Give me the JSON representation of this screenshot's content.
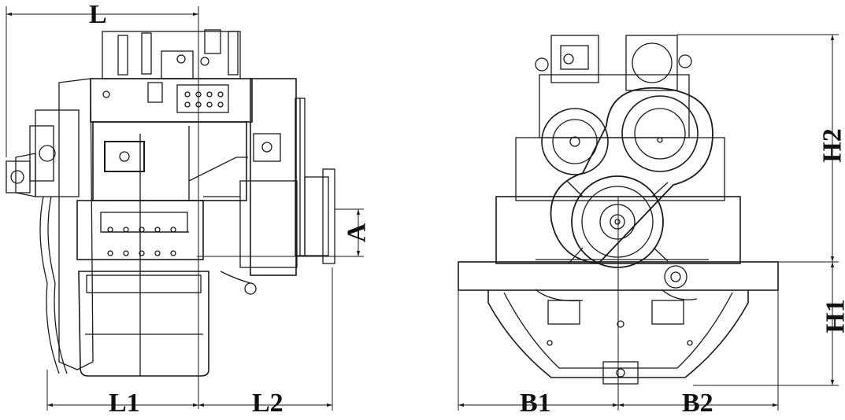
{
  "drawing": {
    "side_view": {
      "labels": {
        "L": "L",
        "L1": "L1",
        "L2": "L2",
        "A": "A"
      }
    },
    "front_view": {
      "labels": {
        "B1": "B1",
        "B2": "B2",
        "H1": "H1",
        "H2": "H2"
      }
    },
    "colors": {
      "line": "#1a1a1a",
      "background": "#ffffff"
    }
  }
}
